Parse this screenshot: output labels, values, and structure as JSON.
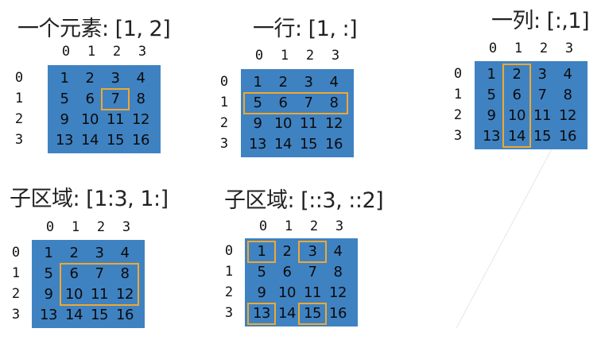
{
  "colors": {
    "grid": "#3f82c2",
    "highlight": "#f0a830",
    "text": "#111111"
  },
  "axis_labels": [
    "0",
    "1",
    "2",
    "3"
  ],
  "cell_values": [
    [
      "1",
      "2",
      "3",
      "4"
    ],
    [
      "5",
      "6",
      "7",
      "8"
    ],
    [
      "9",
      "10",
      "11",
      "12"
    ],
    [
      "13",
      "14",
      "15",
      "16"
    ]
  ],
  "panels": [
    {
      "id": "single-element",
      "title": "一个元素: [1, 2]",
      "highlights": [
        {
          "rows": [
            1,
            1
          ],
          "cols": [
            2,
            2
          ]
        }
      ]
    },
    {
      "id": "one-row",
      "title": "一行: [1, :]",
      "highlights": [
        {
          "rows": [
            1,
            1
          ],
          "cols": [
            0,
            3
          ]
        }
      ]
    },
    {
      "id": "one-column",
      "title": "一列: [:,1]",
      "highlights": [
        {
          "rows": [
            0,
            3
          ],
          "cols": [
            1,
            1
          ]
        }
      ]
    },
    {
      "id": "subregion",
      "title": "子区域: [1:3, 1:]",
      "highlights": [
        {
          "rows": [
            1,
            2
          ],
          "cols": [
            1,
            3
          ]
        }
      ]
    },
    {
      "id": "strided-subregion",
      "title": "子区域: [::3, ::2]",
      "highlights": [
        {
          "rows": [
            0,
            0
          ],
          "cols": [
            0,
            0
          ]
        },
        {
          "rows": [
            0,
            0
          ],
          "cols": [
            2,
            2
          ]
        },
        {
          "rows": [
            3,
            3
          ],
          "cols": [
            0,
            0
          ]
        },
        {
          "rows": [
            3,
            3
          ],
          "cols": [
            2,
            2
          ]
        }
      ]
    }
  ]
}
